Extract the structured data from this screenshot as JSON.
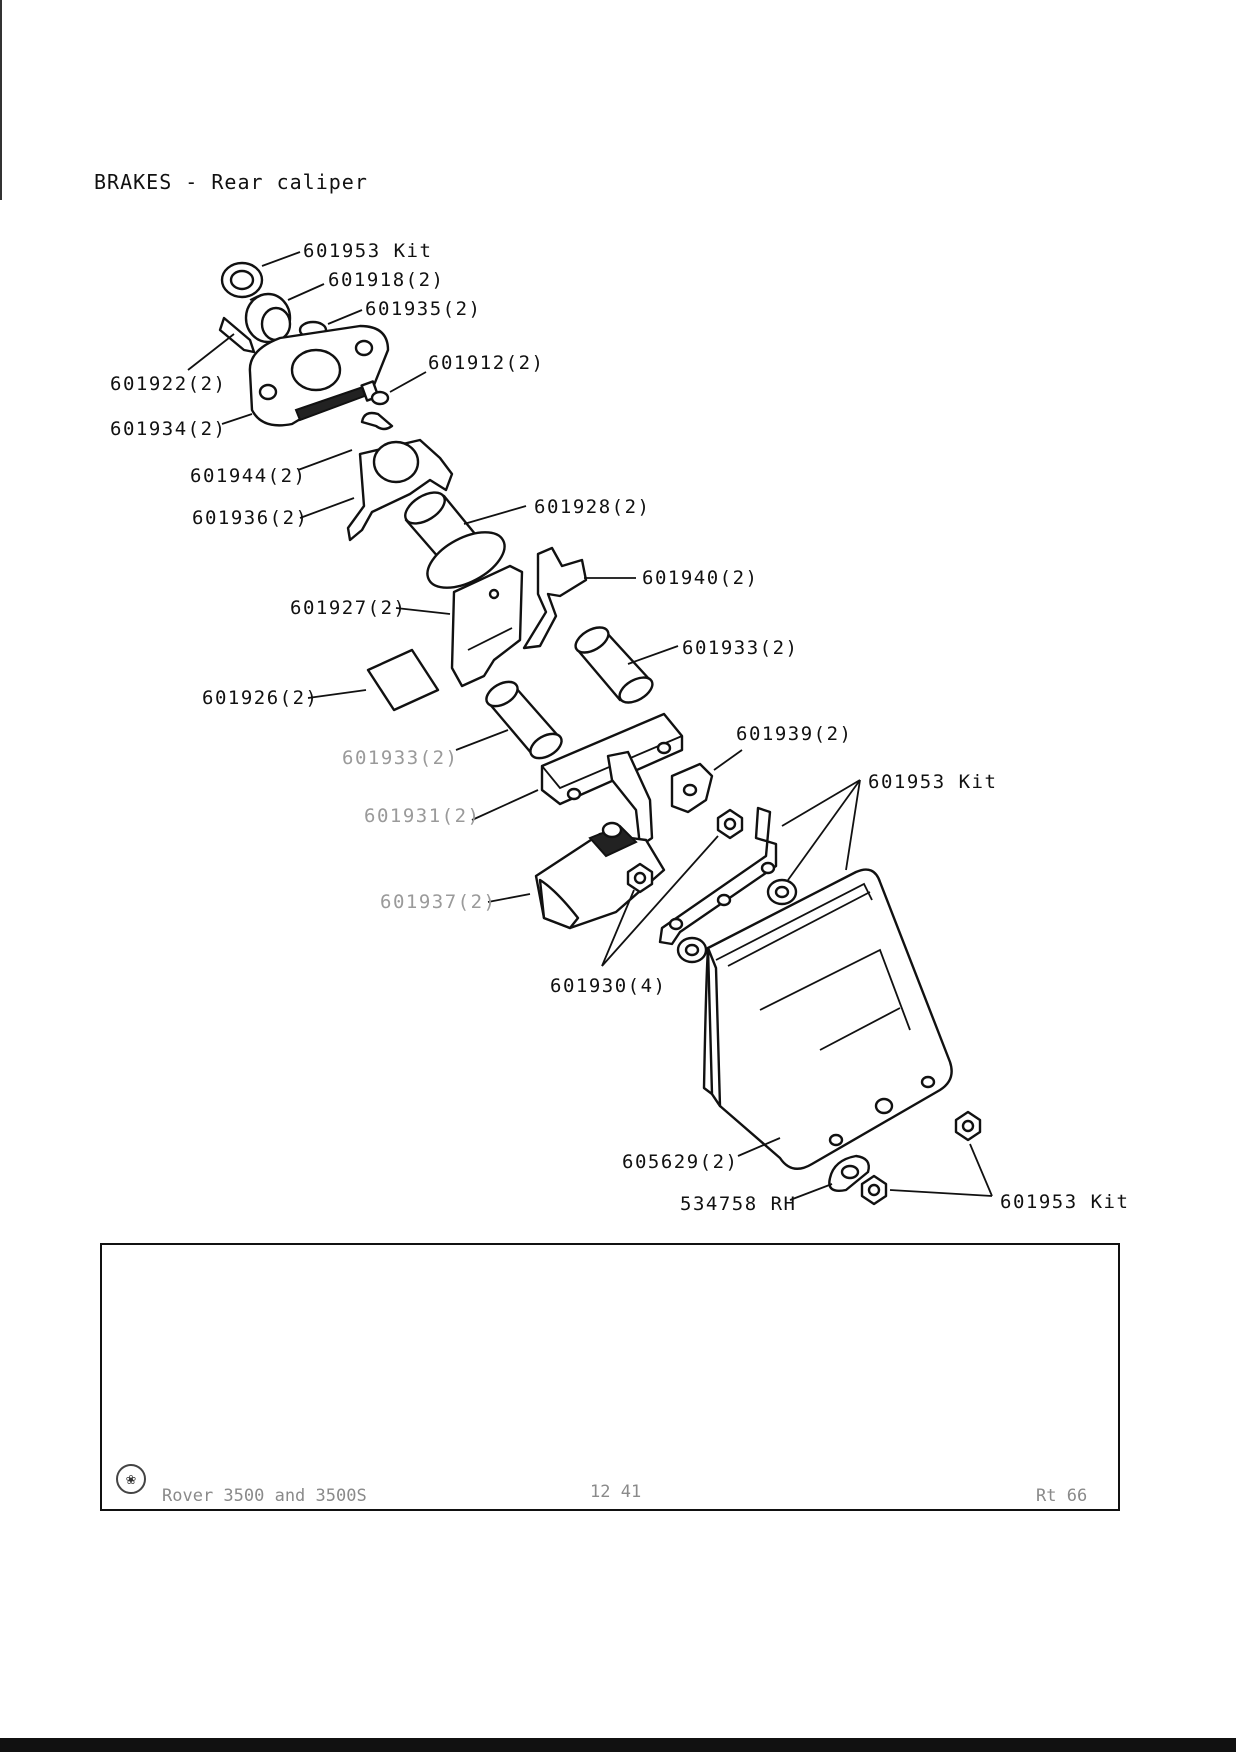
{
  "header": {
    "title": "BRAKES - Rear caliper"
  },
  "labels": {
    "l601953_kit_top": "601953 Kit",
    "l601918": "601918(2)",
    "l601935": "601935(2)",
    "l601922": "601922(2)",
    "l601912": "601912(2)",
    "l601934": "601934(2)",
    "l601944": "601944(2)",
    "l601936": "601936(2)",
    "l601928": "601928(2)",
    "l601940": "601940(2)",
    "l601927": "601927(2)",
    "l601933_right": "601933(2)",
    "l601926": "601926(2)",
    "l601933_left": "601933(2)",
    "l601939": "601939(2)",
    "l601953_kit_mid": "601953 Kit",
    "l601931": "601931(2)",
    "l601937": "601937(2)",
    "l601930": "601930(4)",
    "l605629": "605629(2)",
    "l534758": "534758 RH",
    "l601953_kit_bottom": "601953 Kit"
  },
  "footer": {
    "left": "Rover 3500 and 3500S",
    "center": "12 41",
    "right": "Rt 66"
  }
}
